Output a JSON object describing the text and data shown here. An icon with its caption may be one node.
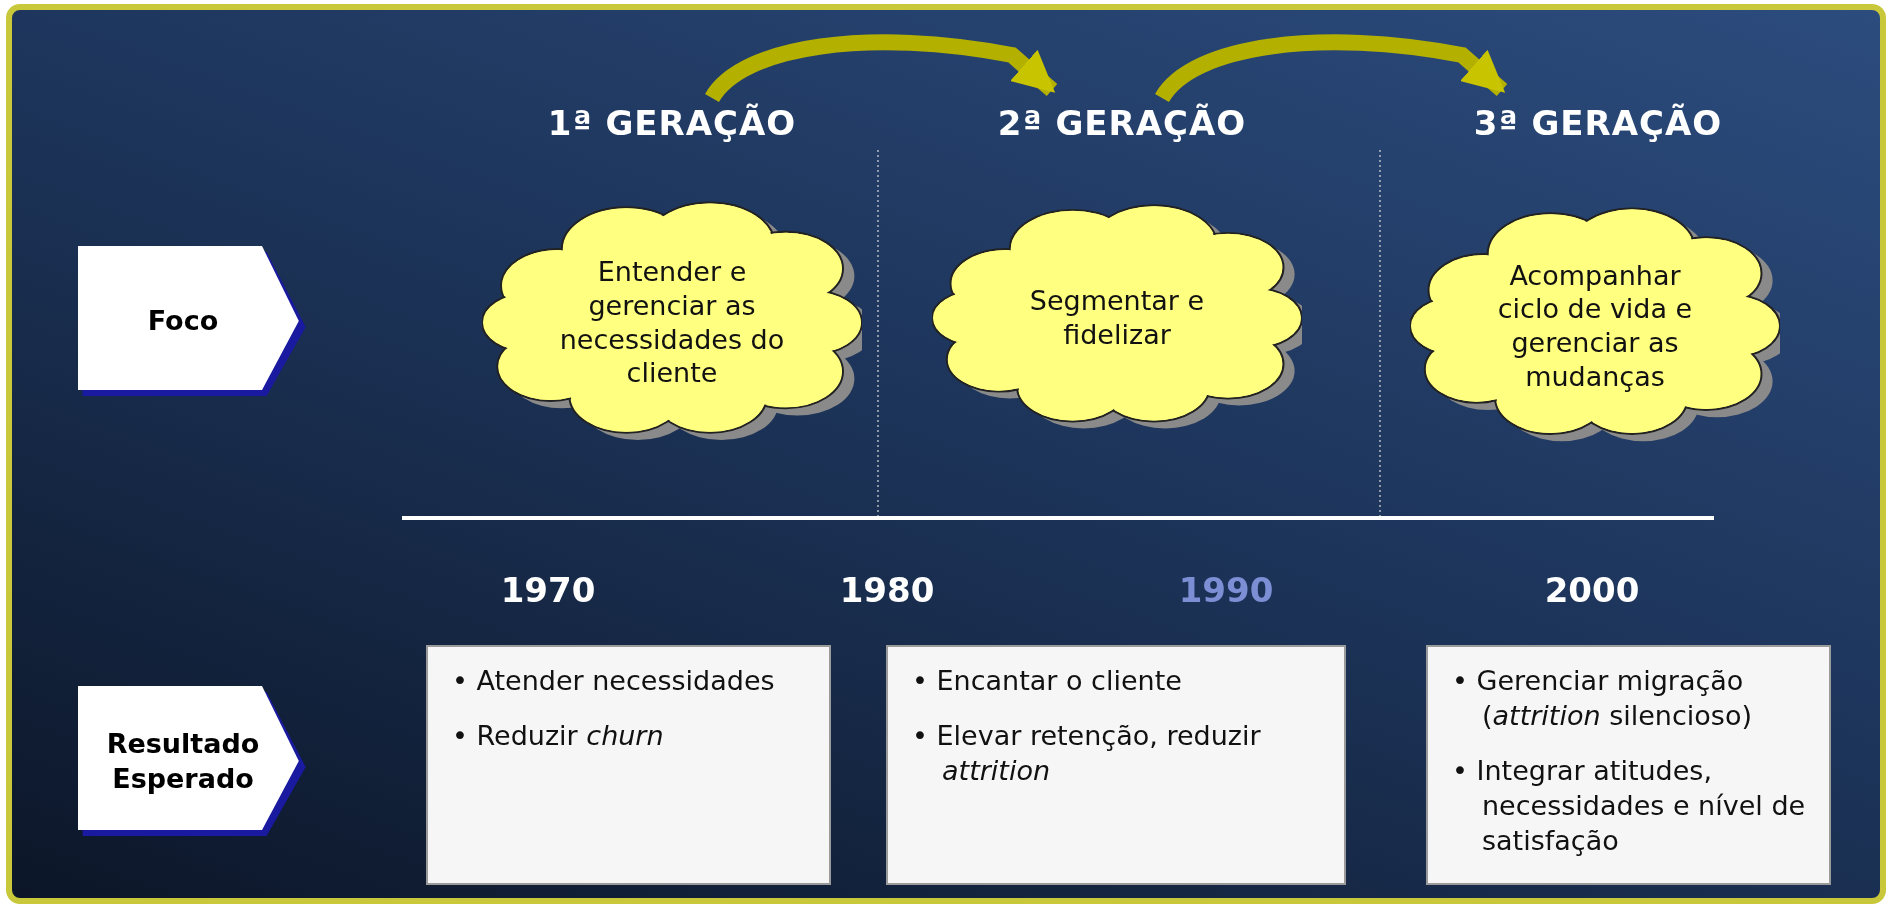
{
  "diagram": {
    "nodes": [
      {
        "text": [
          "1ª GERAÇÃO"
        ]
      },
      {
        "text": [
          "2ª GERAÇÃO"
        ]
      },
      {
        "text": [
          "3ª GERAÇÃO"
        ]
      },
      {
        "text": [
          "Foco"
        ]
      },
      {
        "text": [
          "Entender e gerenciar as necessidades do cliente"
        ]
      },
      {
        "text": [
          "Segmentar e fidelizar"
        ]
      },
      {
        "text": [
          "Acompanhar ciclo de vida e gerenciar as mudanças"
        ]
      },
      {
        "text": [
          "Resultado Esperado"
        ]
      },
      {
        "text": [
          "• Atender necessidades",
          "• Reduzir *churn*"
        ]
      },
      {
        "text": [
          "• Encantar o cliente",
          "• Elevar retenção, reduzir *attrition*"
        ]
      },
      {
        "text": [
          "• Gerenciar migração (*attrition* silencioso)",
          "• Integrar atitudes, necessidades e nível de satisfação"
        ]
      }
    ],
    "edges": [
      {
        "from": 0,
        "to": 1,
        "arrow": "to"
      },
      {
        "from": 1,
        "to": 2,
        "arrow": "to"
      }
    ],
    "labels": [
      "1970",
      "1980",
      "1990",
      "2000"
    ]
  }
}
